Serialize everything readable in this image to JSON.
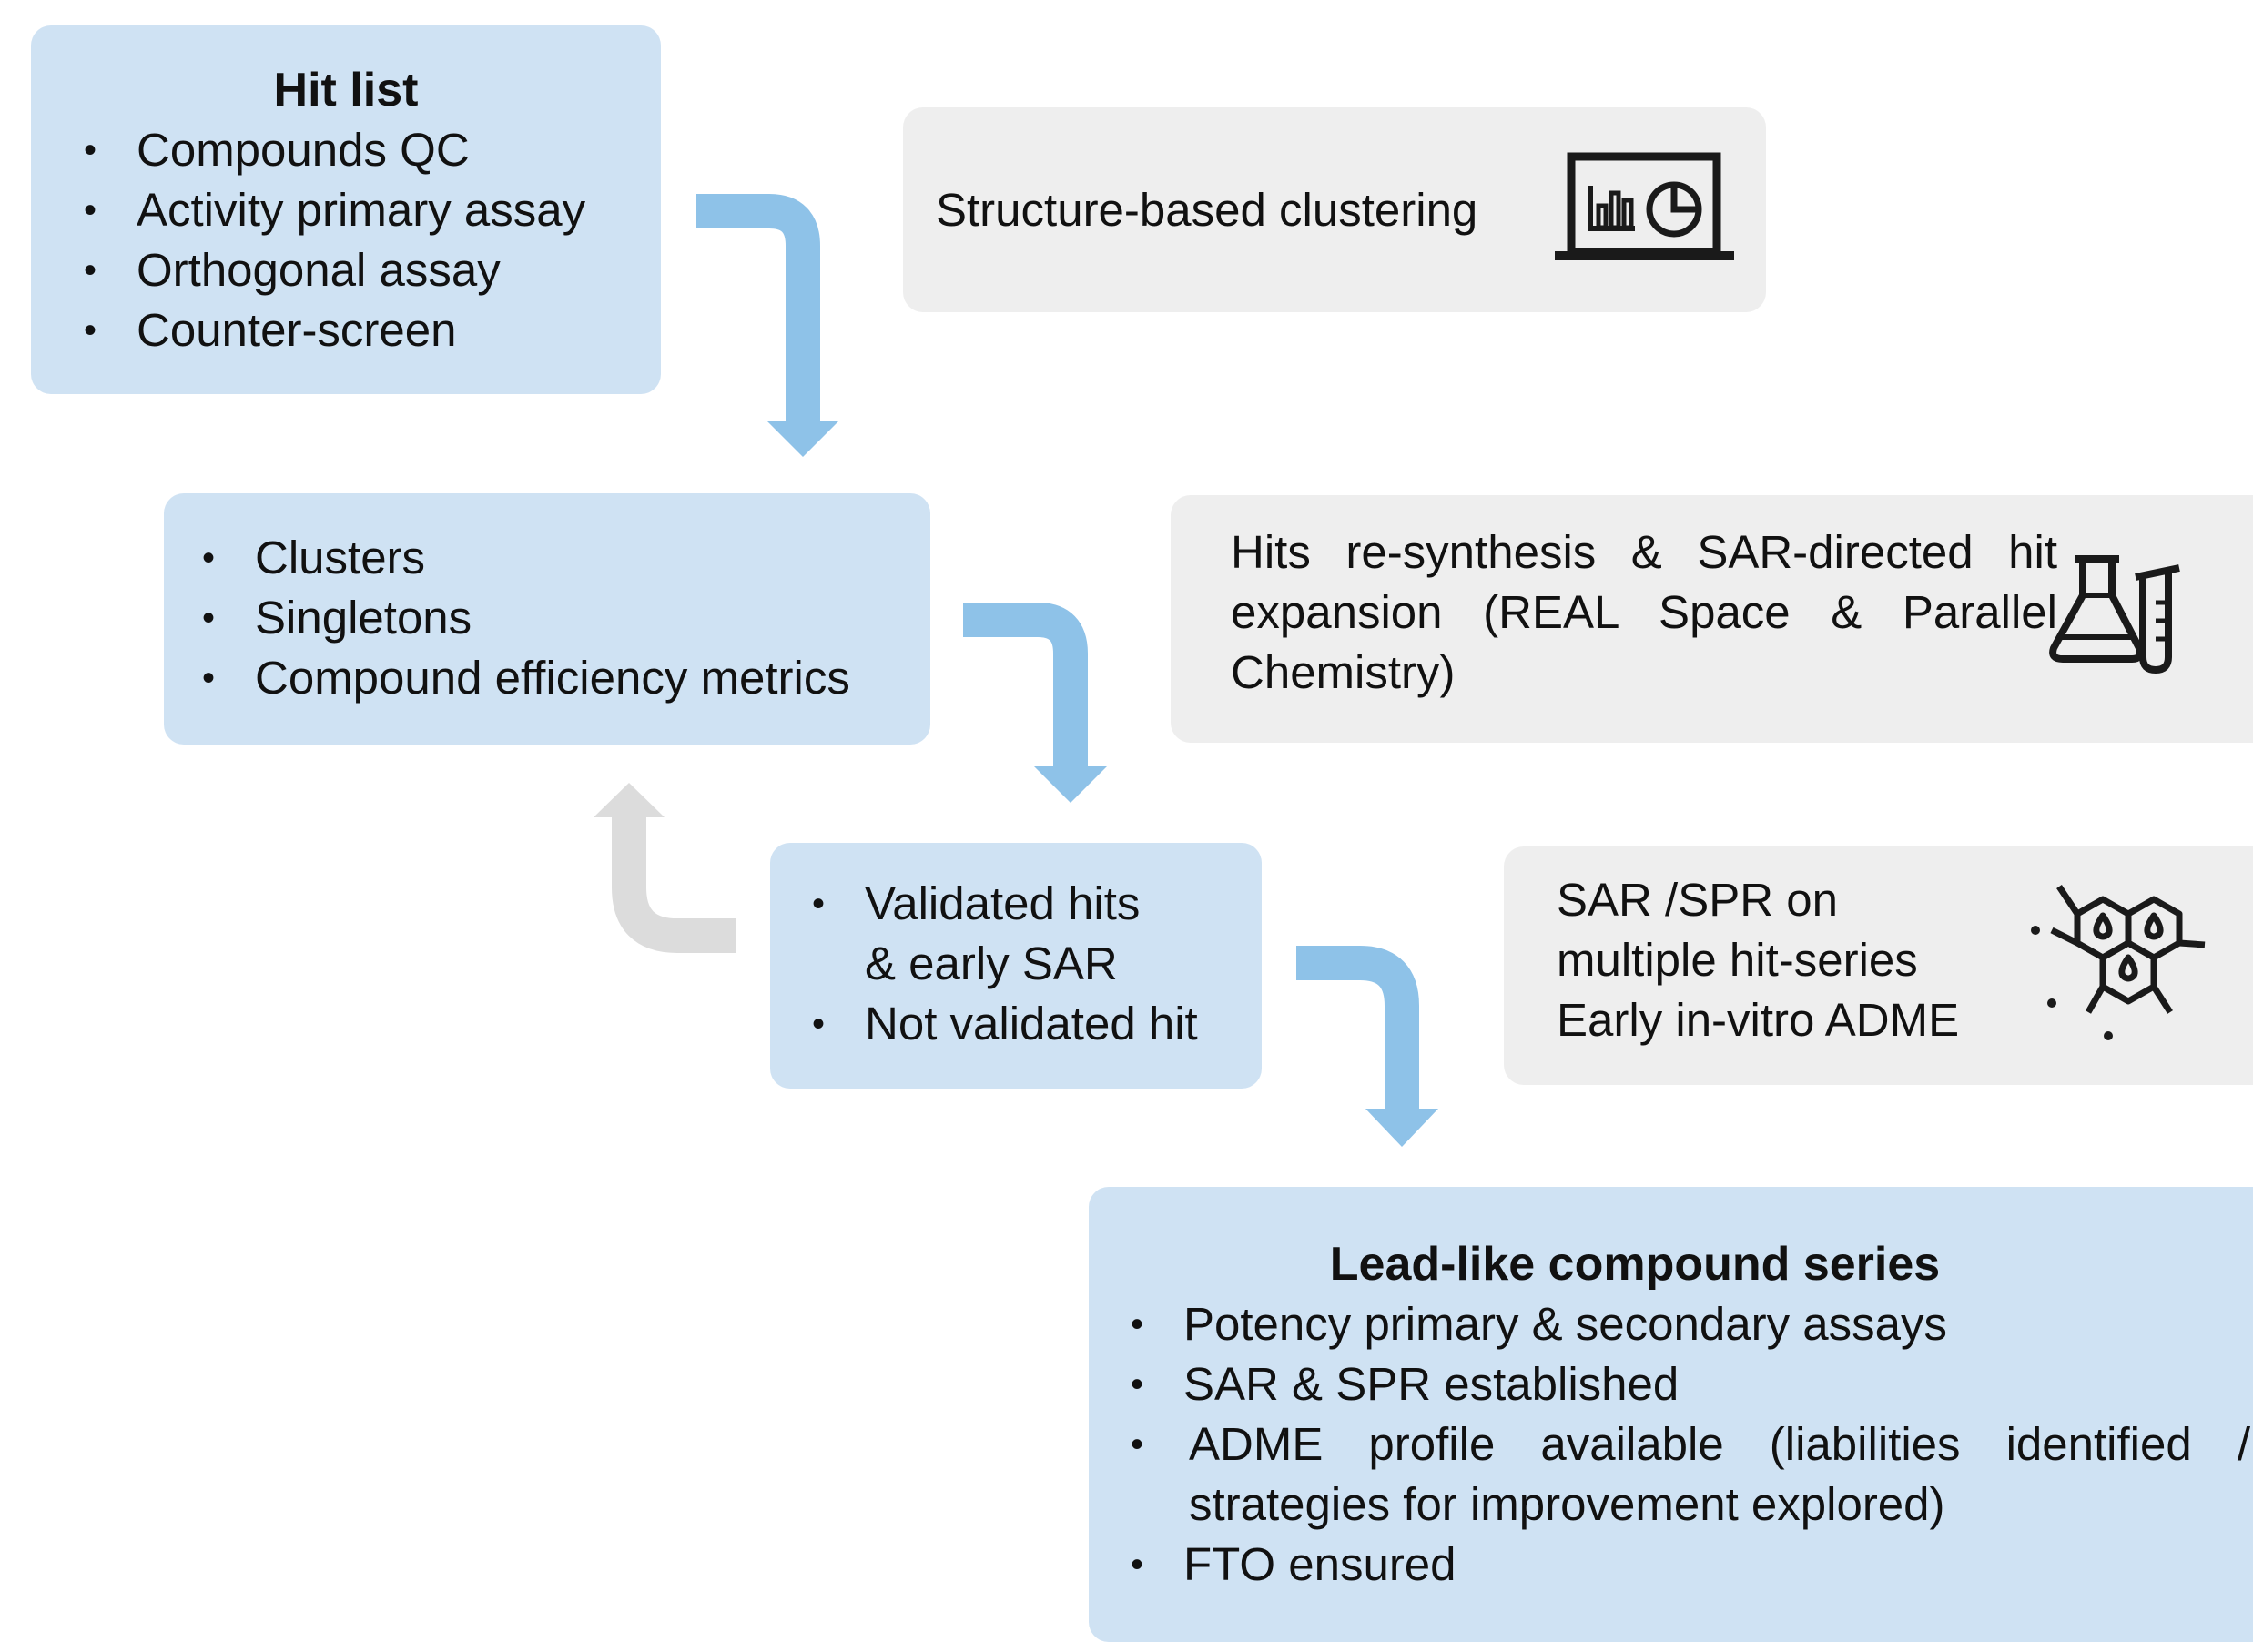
{
  "hit_list": {
    "title": "Hit list",
    "items": [
      "Compounds QC",
      "Activity primary assay",
      "Orthogonal assay",
      "Counter-screen"
    ]
  },
  "clusters_box": {
    "items": [
      "Clusters",
      "Singletons",
      "Compound efficiency metrics"
    ]
  },
  "validation_box": {
    "item1_line1": "Validated hits",
    "item1_line2": "& early SAR",
    "item2": "Not validated hit"
  },
  "lead_box": {
    "title": "Lead-like compound series",
    "items": [
      "Potency primary & secondary assays",
      "SAR & SPR established",
      "ADME profile available (liabilities identified / strategies for improvement explored)",
      "FTO ensured"
    ]
  },
  "side_boxes": {
    "clustering": "Structure-based clustering",
    "resynthesis": "Hits re-synthesis & SAR-directed hit expansion (REAL Space & Parallel Chemistry)",
    "sar_line1": "SAR /SPR on",
    "sar_line2": "multiple hit-series",
    "sar_line3": "Early in-vitro ADME"
  },
  "icons": [
    "laptop-chart-icon",
    "lab-glassware-icon",
    "molecule-icon"
  ],
  "colors": {
    "blue_box": "#cfe2f3",
    "grey_box": "#eeeeee",
    "arrow_blue": "#8ec2e8",
    "arrow_grey": "#dcdcdc",
    "icon": "#1a1a1a"
  }
}
